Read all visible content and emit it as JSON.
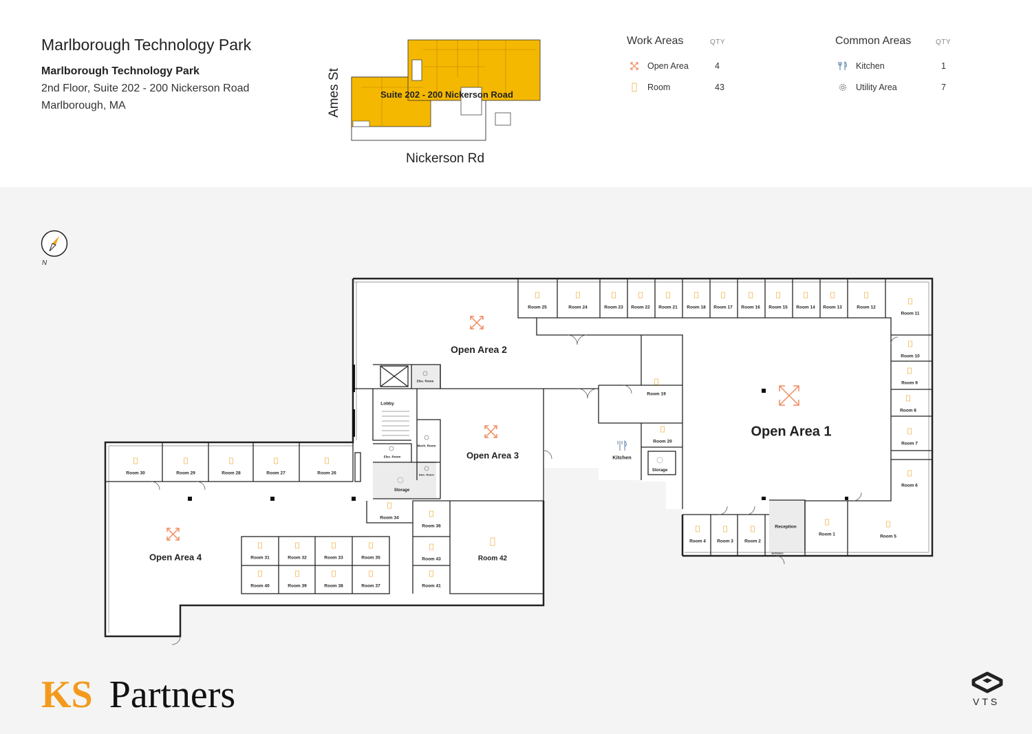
{
  "header": {
    "title": "Marlborough Technology Park",
    "building_name": "Marlborough Technology Park",
    "address_line1": "2nd Floor, Suite 202 - 200 Nickerson Road",
    "address_line2": "Marlborough, MA"
  },
  "keyplan": {
    "suite_label": "Suite 202 - 200 Nickerson Road",
    "street_west": "Ames St",
    "street_south": "Nickerson Rd",
    "highlight_color": "#f5b800"
  },
  "legend": {
    "work_areas": {
      "heading": "Work Areas",
      "qty_heading": "QTY",
      "items": [
        {
          "label": "Open Area",
          "qty": "4",
          "icon": "expand-arrows-icon"
        },
        {
          "label": "Room",
          "qty": "43",
          "icon": "door-icon"
        }
      ]
    },
    "common_areas": {
      "heading": "Common Areas",
      "qty_heading": "QTY",
      "items": [
        {
          "label": "Kitchen",
          "qty": "1",
          "icon": "fork-knife-icon"
        },
        {
          "label": "Utility Area",
          "qty": "7",
          "icon": "gear-icon"
        }
      ]
    }
  },
  "compass": {
    "label": "N"
  },
  "floorplan": {
    "open_areas": [
      "Open Area 1",
      "Open Area 2",
      "Open Area 3",
      "Open Area 4"
    ],
    "rooms": [
      "Room 1",
      "Room 2",
      "Room 3",
      "Room 4",
      "Room 5",
      "Room 6",
      "Room 7",
      "Room 8",
      "Room 9",
      "Room 10",
      "Room 11",
      "Room 12",
      "Room 13",
      "Room 14",
      "Room 15",
      "Room 16",
      "Room 17",
      "Room 18",
      "Room 19",
      "Room 20",
      "Room 21",
      "Room 22",
      "Room 23",
      "Room 24",
      "Room 25",
      "Room 26",
      "Room 27",
      "Room 28",
      "Room 29",
      "Room 30",
      "Room 31",
      "Room 32",
      "Room 33",
      "Room 34",
      "Room 35",
      "Room 36",
      "Room 37",
      "Room 38",
      "Room 39",
      "Room 40",
      "Room 41",
      "Room 42",
      "Room 43"
    ],
    "common": [
      "Kitchen",
      "Storage",
      "Storage",
      "Lobby",
      "Reception",
      "Elec. Room",
      "Elec. Room",
      "Mech. Room",
      "Elec. Room",
      "Entrance"
    ],
    "accent_color": "#f08a5d",
    "room_icon_color": "#f3c06a"
  },
  "footer": {
    "brand_ks": "KS",
    "brand_partners": "Partners",
    "vts": "VTS"
  }
}
